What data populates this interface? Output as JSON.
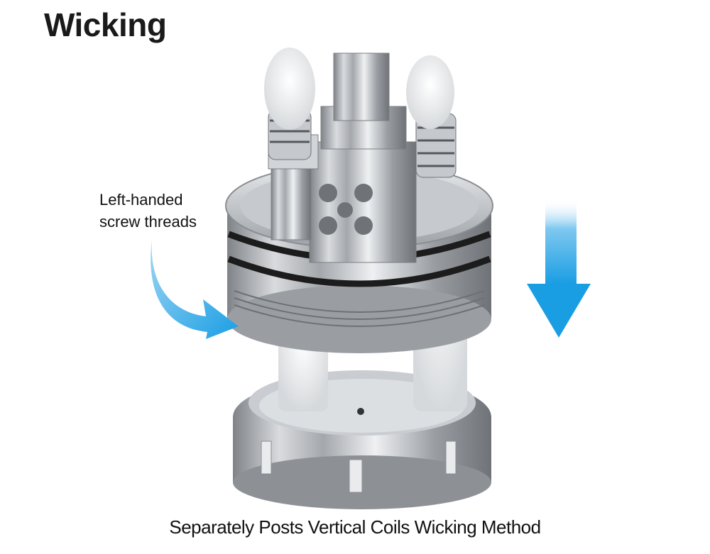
{
  "title": "Wicking",
  "callout": {
    "line1": "Left-handed",
    "line2": "screw threads"
  },
  "caption": "Separately Posts Vertical Coils Wicking Method",
  "colors": {
    "arrow_blue": "#1a9ee3",
    "metal": "#b9bcc0",
    "oring": "#1c1c1c",
    "cotton": "#eef0f2",
    "text": "#111111"
  },
  "icons": {
    "curved_arrow": "rotate-counterclockwise-arrow-icon",
    "down_arrow": "down-arrow-icon"
  }
}
